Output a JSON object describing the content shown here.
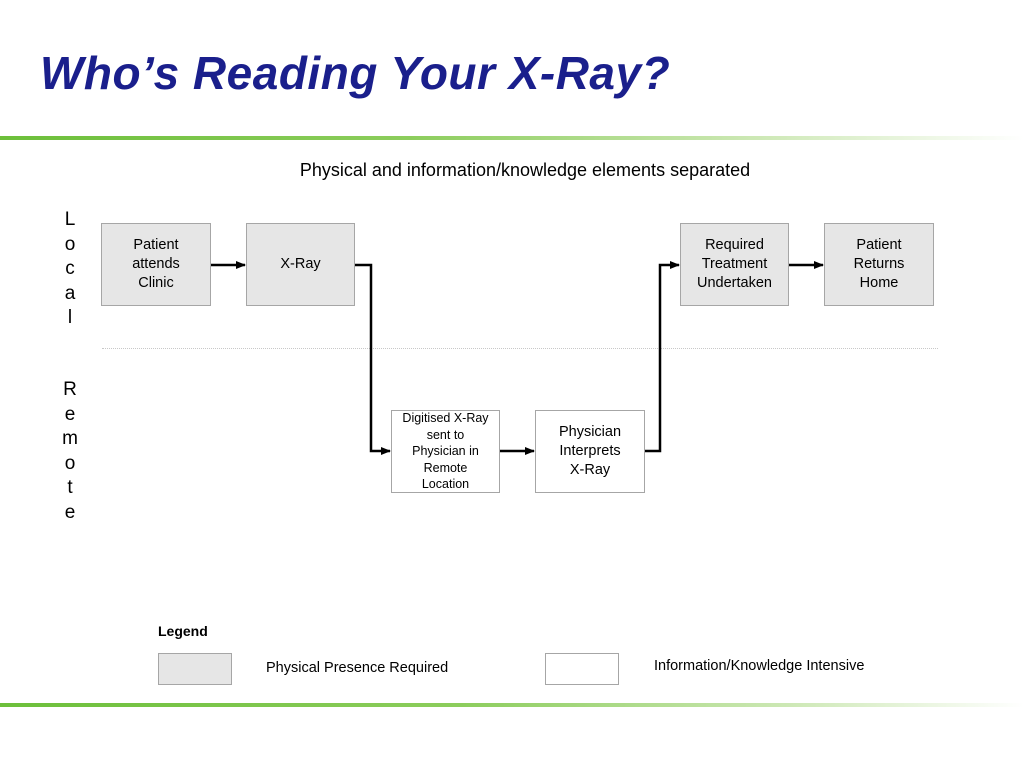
{
  "slide": {
    "title": "Who’s Reading Your X-Ray?",
    "subtitle": "Physical and information/knowledge elements separated"
  },
  "lanes": {
    "local": [
      "L",
      "o",
      "c",
      "a",
      "l"
    ],
    "remote": [
      "R",
      "e",
      "m",
      "o",
      "t",
      "e"
    ]
  },
  "nodes": {
    "patient_attends": "Patient\nattends\nClinic",
    "xray": "X-Ray",
    "digitised": "Digitised X-Ray\nsent to\nPhysician in\nRemote\nLocation",
    "physician": "Physician\nInterprets\nX-Ray",
    "treatment": "Required\nTreatment\nUndertaken",
    "returns_home": "Patient\nReturns\nHome"
  },
  "legend": {
    "title": "Legend",
    "physical": "Physical Presence Required",
    "information": "Information/Knowledge Intensive"
  },
  "colors": {
    "title": "#1a1f8c",
    "physical_fill": "#e6e6e6",
    "information_fill": "#ffffff",
    "accent_rule": "#6cbf3a"
  }
}
